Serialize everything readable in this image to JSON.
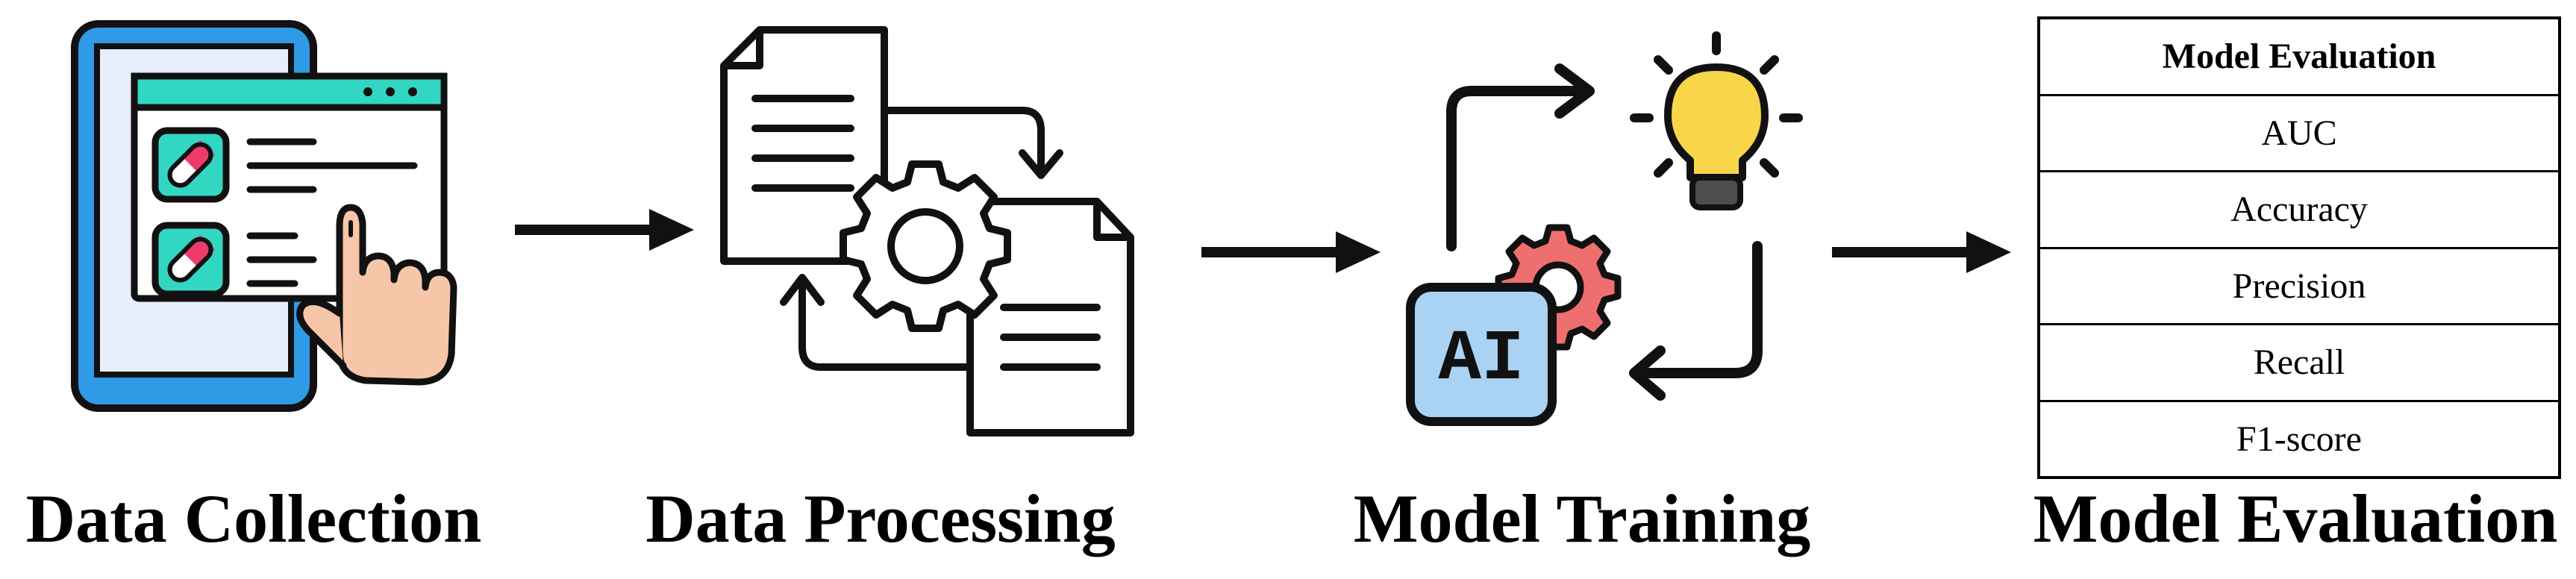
{
  "stages": [
    {
      "label": "Data Collection"
    },
    {
      "label": "Data Processing"
    },
    {
      "label": "Model Training"
    },
    {
      "label": "Model Evaluation"
    }
  ],
  "icons": {
    "collection": "tablet-hand-pills-icon",
    "processing": "documents-gear-icon",
    "training": "ai-gear-lightbulb-icon"
  },
  "ai_chip_text": "AI",
  "evaluation_table": {
    "header": "Model Evaluation",
    "metrics": [
      "AUC",
      "Accuracy",
      "Precision",
      "Recall",
      "F1-score"
    ]
  },
  "colors": {
    "outline": "#111111",
    "tablet_blue": "#2f9be6",
    "tablet_screen": "#e6edfb",
    "teal": "#32d7c3",
    "pill_pink": "#ef3b6a",
    "skin": "#f7c6a8",
    "chip_blue": "#a9d2f3",
    "gear_red": "#ef6f6f",
    "bulb_yellow": "#f9d649",
    "bulb_base": "#4e4e4e"
  }
}
